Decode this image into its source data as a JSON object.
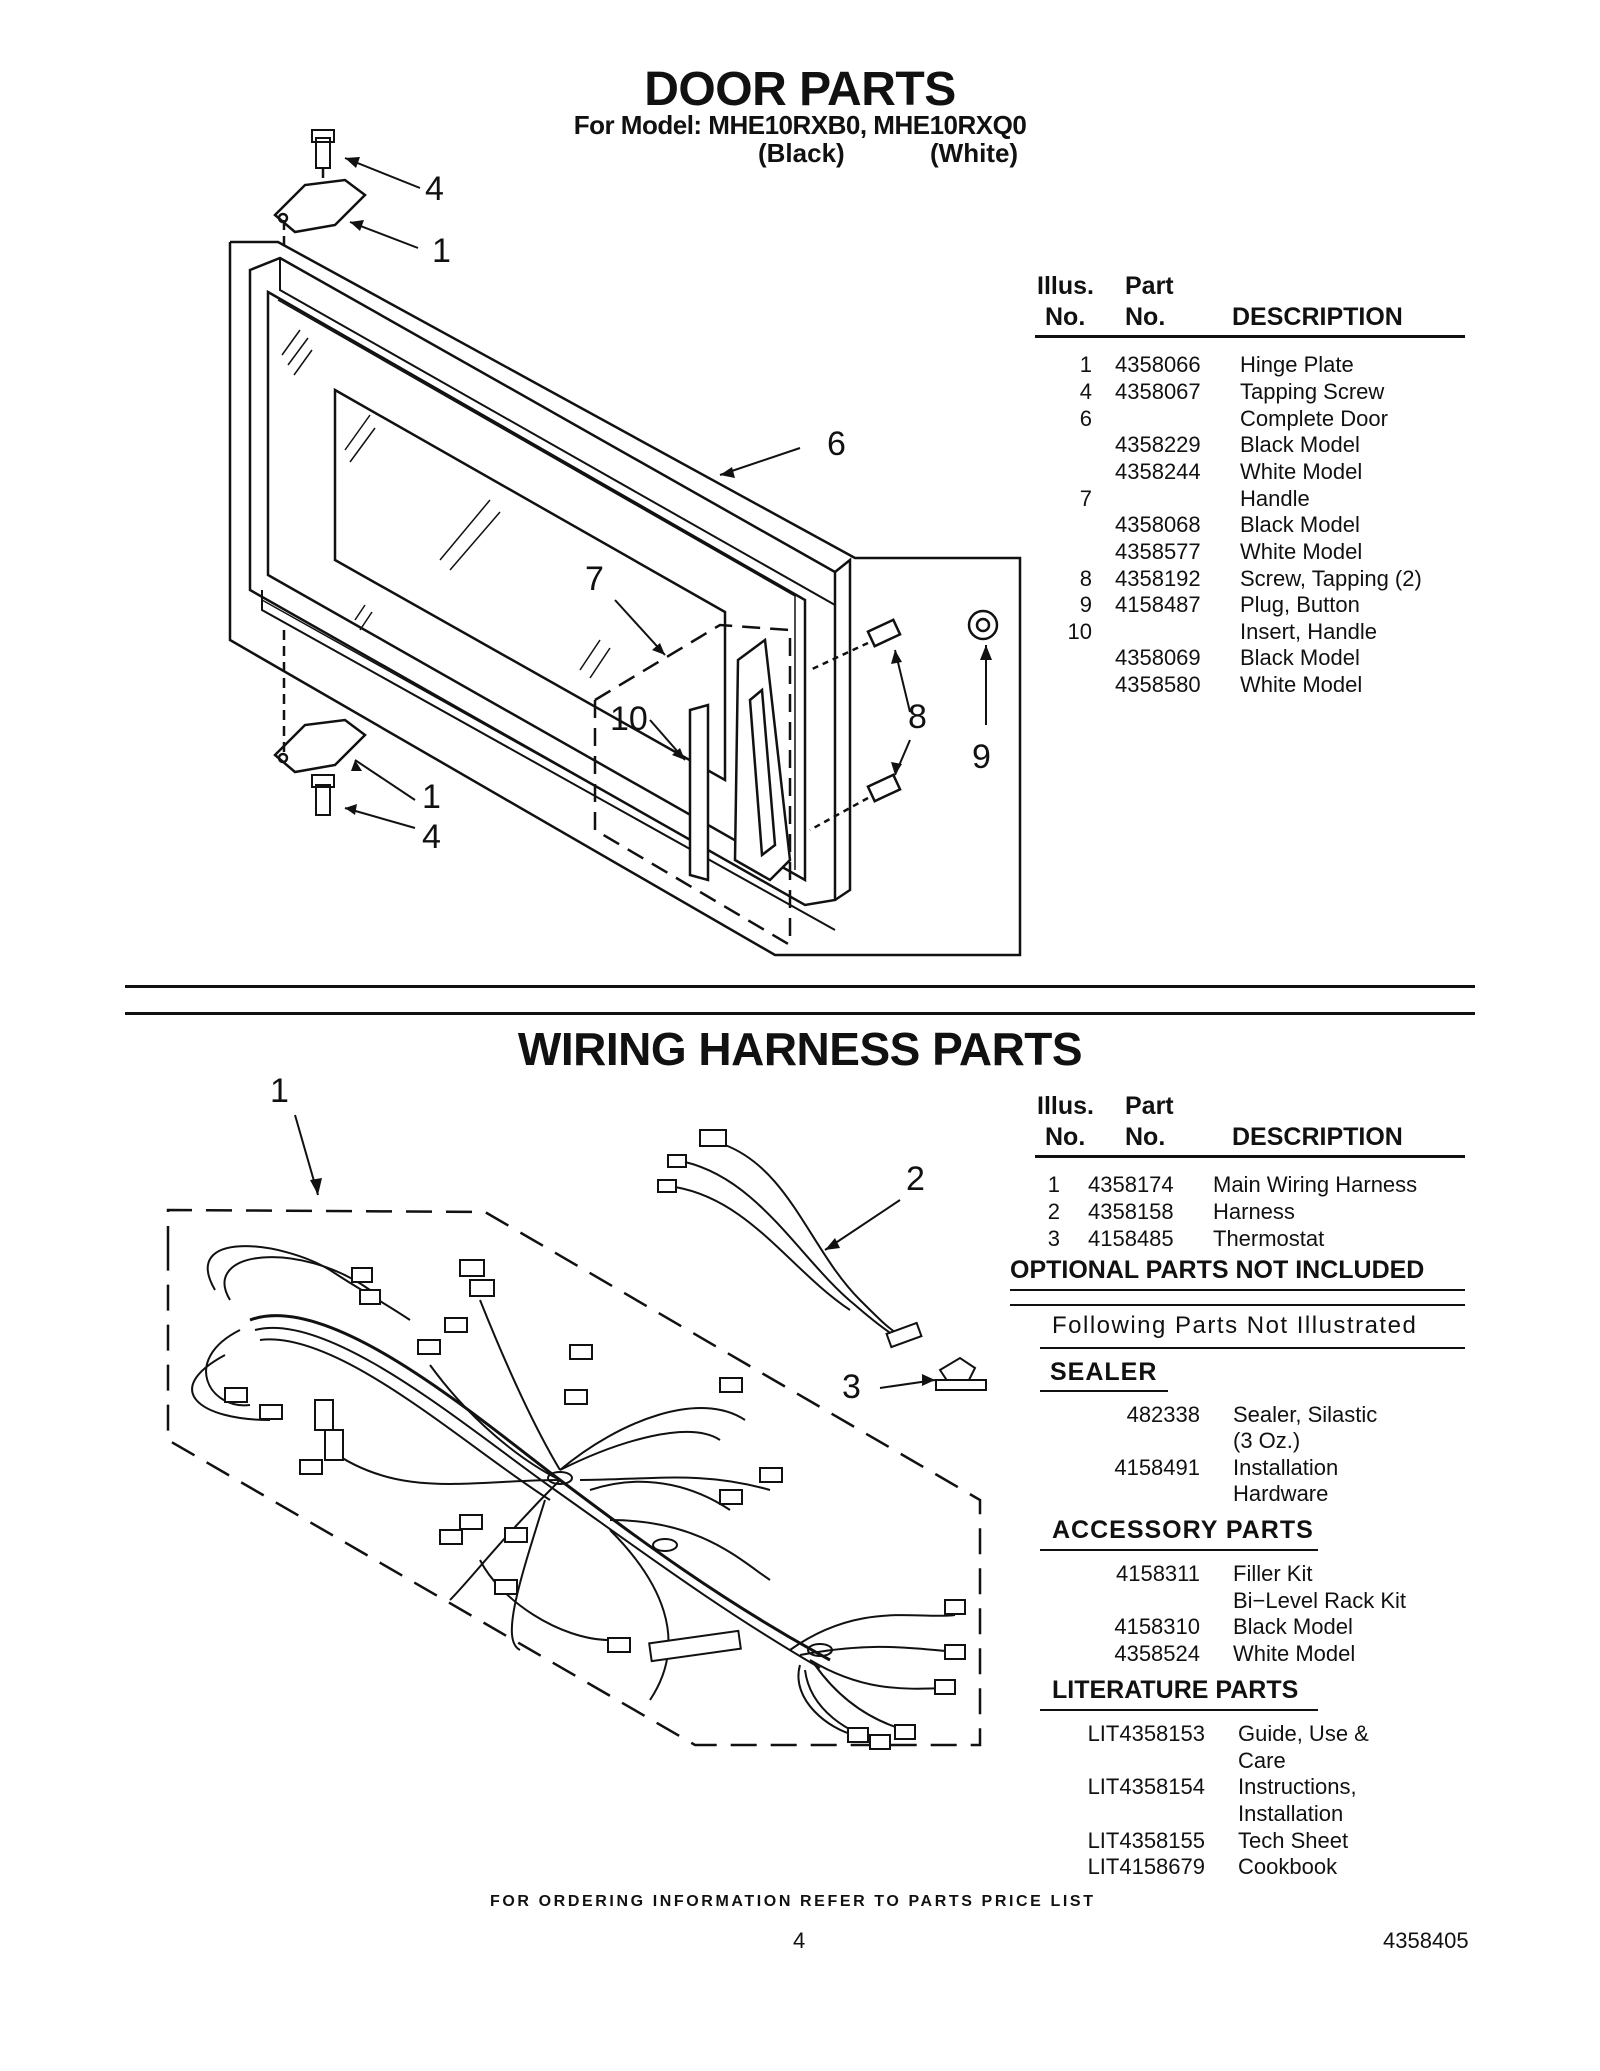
{
  "door": {
    "title": "DOOR PARTS",
    "model_line": "For Model: MHE10RXB0, MHE10RXQ0",
    "black_label": "(Black)",
    "white_label": "(White)",
    "callouts": [
      "4",
      "1",
      "6",
      "7",
      "10",
      "8",
      "9",
      "1",
      "4"
    ],
    "table": {
      "col1_top": "Illus.",
      "col1_bottom": "No.",
      "col2_top": "Part",
      "col2_bottom": "No.",
      "col3": "DESCRIPTION",
      "rows": [
        {
          "illus": "1",
          "part": "4358066",
          "desc": "Hinge Plate"
        },
        {
          "illus": "4",
          "part": "4358067",
          "desc": "Tapping Screw"
        },
        {
          "illus": "6",
          "part": "",
          "desc": "Complete Door"
        },
        {
          "illus": "",
          "part": "4358229",
          "desc": "Black Model"
        },
        {
          "illus": "",
          "part": "4358244",
          "desc": "White Model"
        },
        {
          "illus": "7",
          "part": "",
          "desc": "Handle"
        },
        {
          "illus": "",
          "part": "4358068",
          "desc": "Black Model"
        },
        {
          "illus": "",
          "part": "4358577",
          "desc": "White Model"
        },
        {
          "illus": "8",
          "part": "4358192",
          "desc": "Screw, Tapping (2)"
        },
        {
          "illus": "9",
          "part": "4158487",
          "desc": "Plug, Button"
        },
        {
          "illus": "10",
          "part": "",
          "desc": "Insert, Handle"
        },
        {
          "illus": "",
          "part": "4358069",
          "desc": "Black Model"
        },
        {
          "illus": "",
          "part": "4358580",
          "desc": "White Model"
        }
      ]
    }
  },
  "wiring": {
    "title": "WIRING HARNESS PARTS",
    "callouts": [
      "1",
      "2",
      "3"
    ],
    "table": {
      "col1_top": "Illus.",
      "col1_bottom": "No.",
      "col2_top": "Part",
      "col2_bottom": "No.",
      "col3": "DESCRIPTION",
      "rows": [
        {
          "illus": "1",
          "part": "4358174",
          "desc": "Main Wiring Harness"
        },
        {
          "illus": "2",
          "part": "4358158",
          "desc": "Harness"
        },
        {
          "illus": "3",
          "part": "4158485",
          "desc": "Thermostat"
        }
      ]
    }
  },
  "optional": {
    "heading": "OPTIONAL PARTS NOT INCLUDED",
    "note": "Following Parts Not Illustrated",
    "sealer": {
      "heading": "SEALER",
      "rows": [
        {
          "part": "482338",
          "desc": [
            "Sealer, Silastic",
            "(3 Oz.)"
          ]
        },
        {
          "part": "4158491",
          "desc": [
            "Installation",
            "Hardware"
          ]
        }
      ]
    },
    "accessory": {
      "heading": "ACCESSORY PARTS",
      "rows": [
        {
          "part": "4158311",
          "desc": [
            "Filler Kit"
          ]
        },
        {
          "part": "",
          "desc": [
            "Bi−Level Rack Kit"
          ]
        },
        {
          "part": "4158310",
          "desc": [
            "Black Model"
          ]
        },
        {
          "part": "4358524",
          "desc": [
            "White Model"
          ]
        }
      ]
    },
    "literature": {
      "heading": "LITERATURE PARTS",
      "rows": [
        {
          "part": "LIT4358153",
          "desc": [
            "Guide, Use &",
            "Care"
          ]
        },
        {
          "part": "LIT4358154",
          "desc": [
            "Instructions,",
            "Installation"
          ]
        },
        {
          "part": "LIT4358155",
          "desc": [
            "Tech Sheet"
          ]
        },
        {
          "part": "LIT4158679",
          "desc": [
            "Cookbook"
          ]
        }
      ]
    }
  },
  "footer": {
    "ordering": "FOR ORDERING INFORMATION REFER TO PARTS PRICE LIST",
    "page": "4",
    "doc_number": "4358405"
  }
}
